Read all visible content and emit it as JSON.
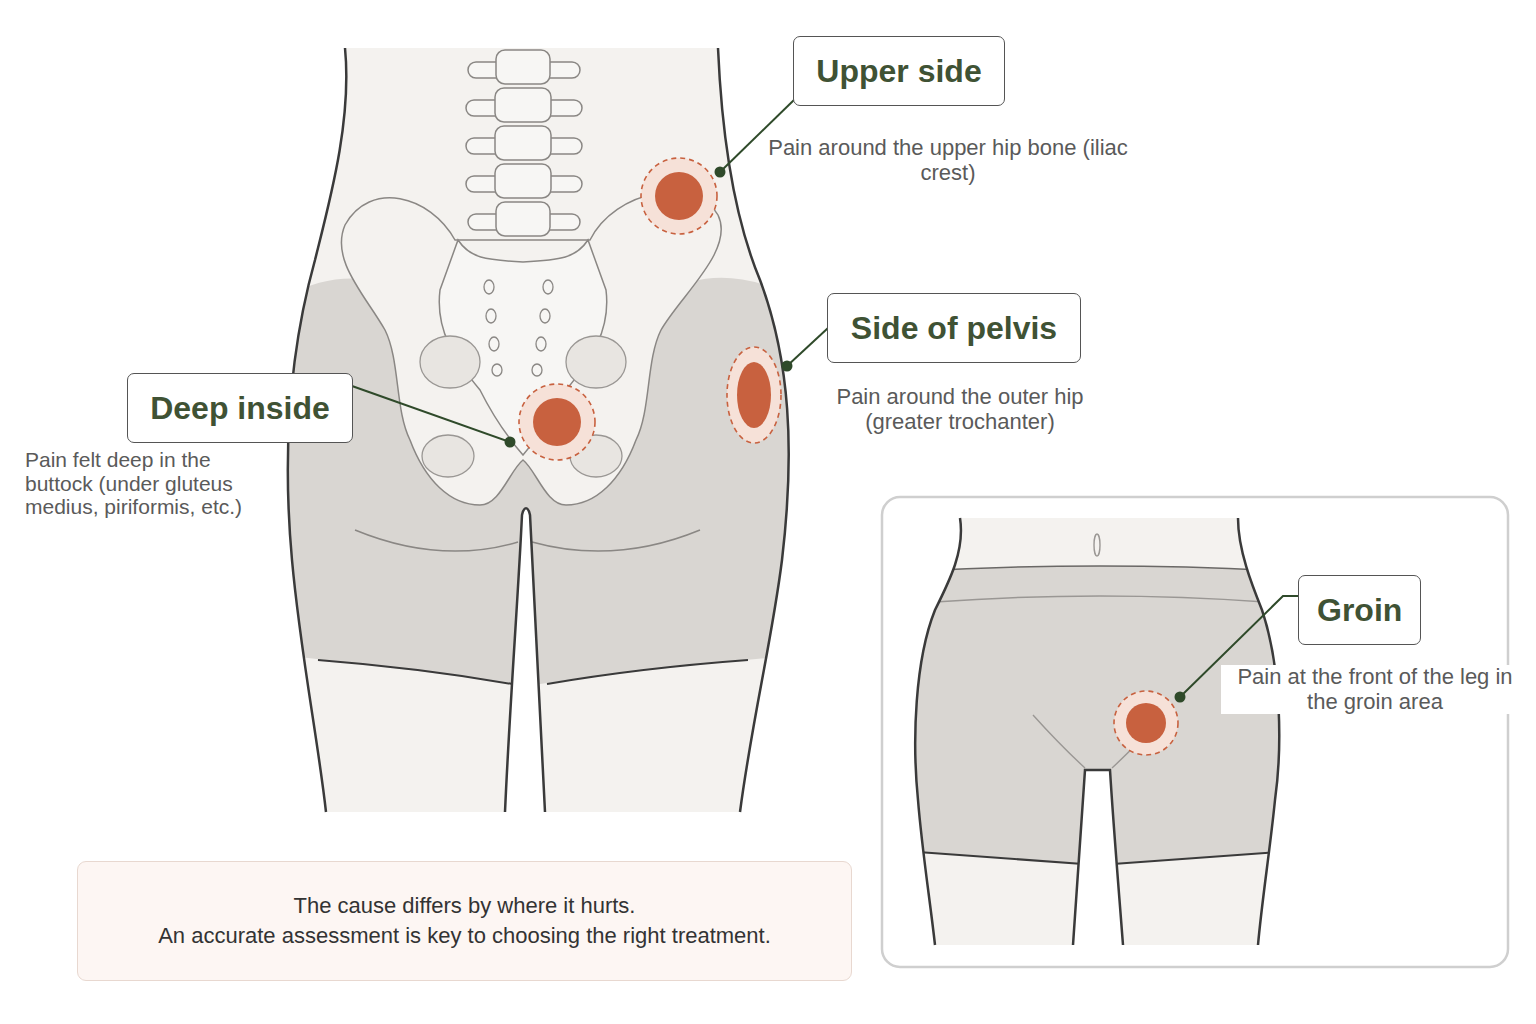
{
  "diagram": {
    "nodes": [
      {
        "text": [
          "Upper side"
        ]
      },
      {
        "text": [
          "Side of pelvis"
        ]
      },
      {
        "text": [
          "Deep inside"
        ]
      },
      {
        "text": [
          "Groin"
        ]
      },
      {
        "text": [
          "The cause differs by where it hurts.",
          "An accurate assessment is key to choosing the right treatment."
        ]
      }
    ],
    "labels": [
      "Pain around the upper hip bone (iliac crest)",
      "Pain around the outer hip (greater trochanter)",
      "Pain felt deep in the buttock (under gluteus medius, piriformis, etc.)",
      "Pain at the front of the leg in the groin area"
    ]
  }
}
